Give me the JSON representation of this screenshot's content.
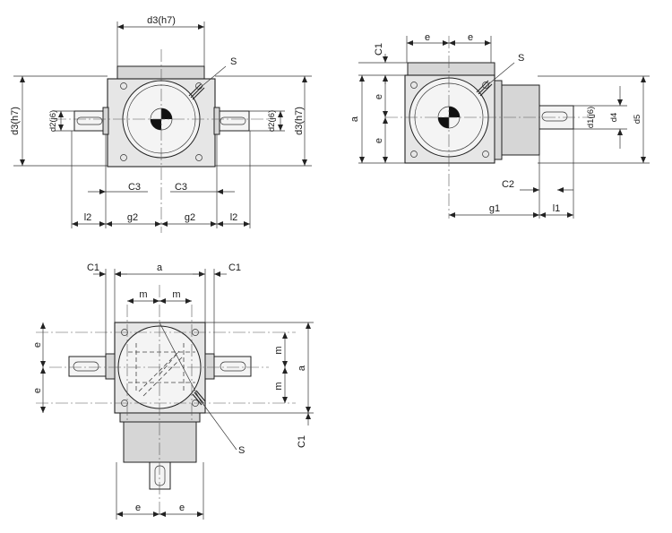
{
  "view_top_left": {
    "dim_d3_h7_top": "d3(h7)",
    "dim_d3_h7_left": "d3(h7)",
    "dim_d3_h7_right": "d3(h7)",
    "dim_d2_j6_left": "d2(j6)",
    "dim_d2_j6_right": "d2(j6)",
    "label_s": "S",
    "dim_c3_left": "C3",
    "dim_c3_right": "C3",
    "dim_l2_left": "l2",
    "dim_g2_left": "g2",
    "dim_g2_right": "g2",
    "dim_l2_right": "l2"
  },
  "view_top_right": {
    "dim_c1": "C1",
    "dim_e_left": "e",
    "dim_e_right": "e",
    "label_s": "S",
    "dim_a": "a",
    "dim_e_upper": "e",
    "dim_e_lower": "e",
    "dim_d1_j6": "d1(j6)",
    "dim_d4": "d4",
    "dim_d5": "d5",
    "dim_c2": "C2",
    "dim_g1": "g1",
    "dim_l1": "l1"
  },
  "view_bottom": {
    "dim_c1_left": "C1",
    "dim_a_top": "a",
    "dim_c1_right": "C1",
    "dim_m_left": "m",
    "dim_m_right": "m",
    "dim_e_upper": "e",
    "dim_e_lower": "e",
    "dim_m_upper": "m",
    "dim_m_lower": "m",
    "dim_a_right": "a",
    "dim_c1_bottom": "C1",
    "label_s": "S",
    "dim_e_bottom_left": "e",
    "dim_e_bottom_right": "e"
  }
}
